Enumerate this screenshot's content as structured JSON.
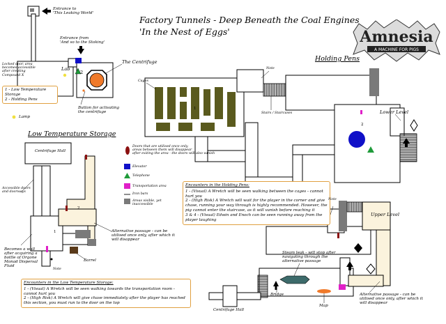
{
  "title": {
    "line1": "Factory Tunnels - Deep Beneath the Coal Engines",
    "line2": "'In the Nest of Eggs'"
  },
  "logo": {
    "word": "Amnesia",
    "sub": "A MACHINE FOR PIGS"
  },
  "sections": {
    "low_temp": "Low Temperature Storage",
    "holding_pens": "Holding Pens",
    "lower_level": "Lower Level",
    "upper_level": "Upper Level",
    "centrifuge": "The Centrifuge",
    "lab": "Lab"
  },
  "labels": {
    "entrance_leaking": "Entrance to\n'This Leaking World'",
    "entrance_stoking": "Entrance from\n'And so to the Stoking'",
    "locked_door": "Locked door, area\nbecomes accessible\nafter creating\nCompound X",
    "button_centrifuge": "Button for activating\nthe centrifuge",
    "lamp": "Lamp",
    "centrifuge_hall_top": "Centrifuge Hall",
    "centrifuge_hall_bottom": "Centrifuge Hall",
    "accessible_doors": "Accessible doors\nand doorways",
    "becomes_wall": "Becomes a wall\nafter acquiring a\nbottle of Orgone\nMonad Dispersal\nFluid",
    "alt_passage_left": "Alternative passage - can be\nutilised once only, after which it\nwill disappear",
    "alt_passage_right": "Alternative passage - can be\nutilised once only, after which it\nwill disappear",
    "barrel": "Barrel",
    "note": "Note",
    "cages": "Cages",
    "stairs": "Stairs / Staircases",
    "steam_leak": "Steam leak - will stop after\nnavigating through the\nalternative passage",
    "bridge": "Bridge",
    "map": "Map"
  },
  "numbers": {
    "n1": "1",
    "n2": "2"
  },
  "key_areas": [
    "1 - Low Temperature Storage",
    "2 - Holding Pens"
  ],
  "legend": {
    "doors": "Doors that are utilised once only,\nareas between them will disappear\nafter exiting the area - the doors will also vanish",
    "elevator": "Elevator",
    "telephone": "Telephone",
    "transport": "Transportation area",
    "iron_bars": "Iron bars",
    "inaccessible": "Areas visible, yet\ninaccessible"
  },
  "encounters_holding": {
    "heading": "Encounters in the Holding Pens:",
    "lines": [
      "1 - (Visual) A Wretch will be seen walking between the cages - cannot hurt you",
      "2 - (High Risk) A Wretch will wait for the player in the corner and give chase, running your way through is highly recommended. However, the pig cannot enter the staircase, as it will vanish before reaching it",
      "3 & 4 - (Visual) Edwin and Enoch can be seen running away from the player laughing"
    ]
  },
  "encounters_low": {
    "heading": "Encounters in the Low Temperature Storage:",
    "lines": [
      "1 - (Visual) A Wretch will be seen walking towards the transportation room - cannot hurt you",
      "2 - (High Risk) A Wretch will give chase immediately after the player has reached this section, you must run to the door on the top"
    ]
  },
  "colors": {
    "passage": "#fbf3dd",
    "cage": "#5a5a1e",
    "elevator": "#1010c8",
    "telephone": "#1f9b3a",
    "transport": "#e020c8",
    "door": "#8b1010",
    "inaccessible": "#7a7a7a",
    "box_border": "#e0a040",
    "lamp": "#f0e040",
    "centrifuge": "#f07a2a",
    "bridge": "#3d6b6b"
  }
}
